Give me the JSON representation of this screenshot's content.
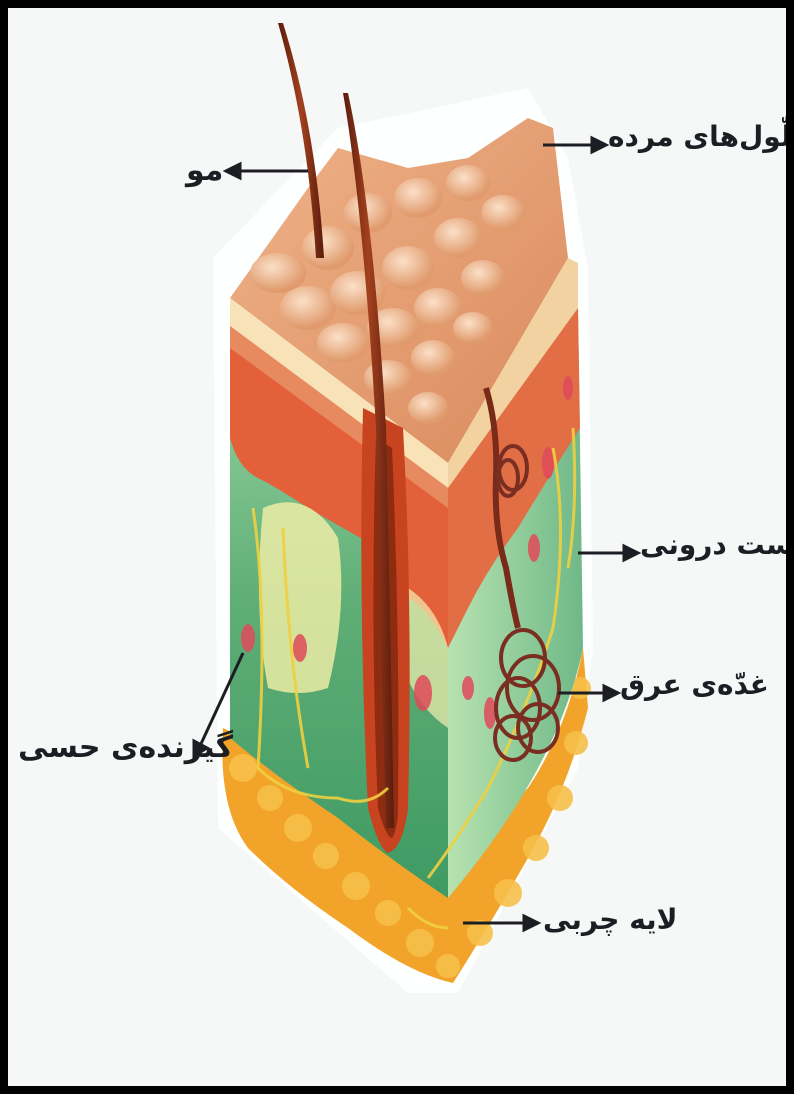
{
  "labels": {
    "hair": "مو",
    "dead_cells": "سلّول‌های مرده",
    "dermis": "پوست درونی",
    "sweat_gland": "غدّه‌ی عرق",
    "sensory_receptor": "گیرنده‌ی حسی",
    "fat_layer": "لایه چربی"
  },
  "colors": {
    "epidermis": "#e8a06a",
    "dermis_red": "#e0603a",
    "dermis_green": "#6fb47c",
    "fat": "#f0a020",
    "hair": "#7a2a14",
    "background": "#f6f8f7"
  }
}
